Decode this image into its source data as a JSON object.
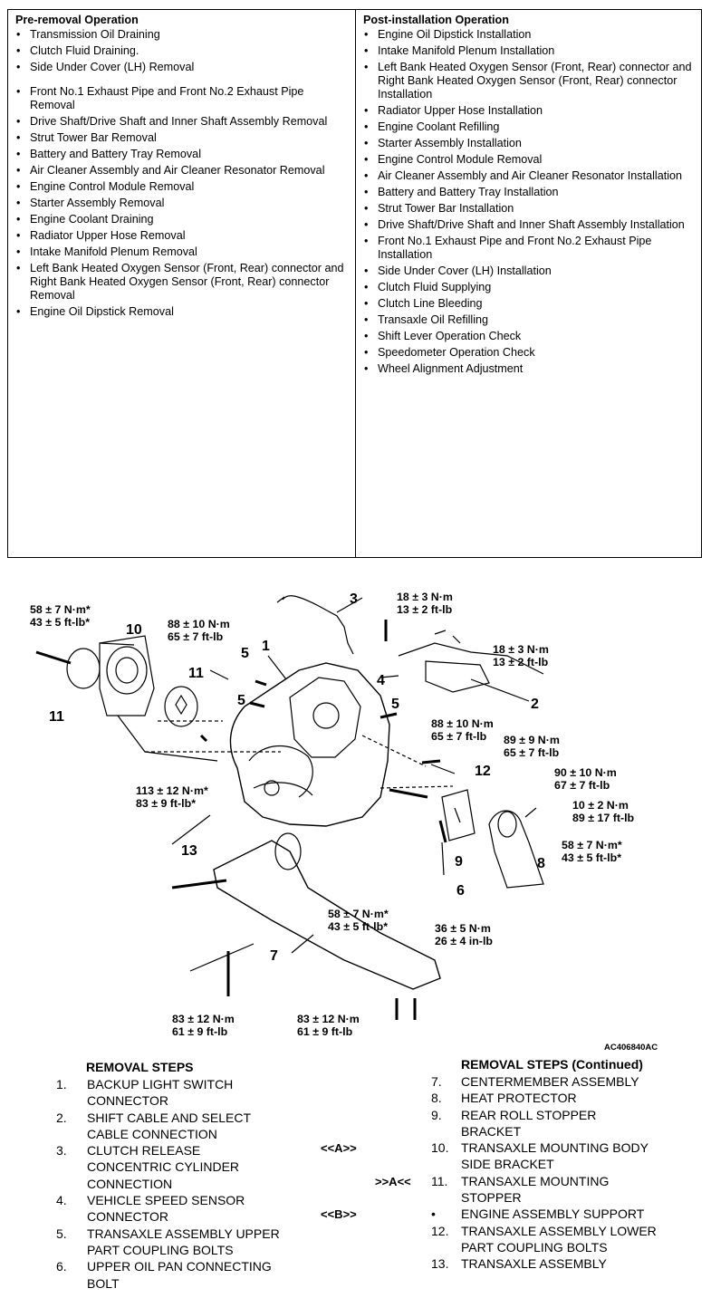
{
  "pre_removal": {
    "title": "Pre-removal Operation",
    "items": [
      "Transmission Oil Draining",
      "Clutch Fluid Draining.",
      "Side Under Cover (LH) Removal",
      "Front No.1 Exhaust Pipe and Front No.2 Exhaust Pipe Removal",
      "Drive Shaft/Drive Shaft and Inner Shaft Assembly Removal",
      "Strut Tower Bar Removal",
      "Battery and Battery Tray Removal",
      "Air Cleaner Assembly and Air Cleaner Resonator Removal",
      "Engine Control Module Removal",
      "Starter Assembly Removal",
      "Engine Coolant Draining",
      "Radiator Upper Hose Removal",
      "Intake Manifold Plenum Removal",
      "Left Bank Heated Oxygen Sensor (Front, Rear) connector and Right Bank Heated Oxygen Sensor (Front, Rear) connector Removal",
      "Engine Oil Dipstick Removal"
    ]
  },
  "post_installation": {
    "title": "Post-installation Operation",
    "items": [
      "Engine Oil Dipstick Installation",
      "Intake Manifold Plenum Installation",
      "Left Bank Heated Oxygen Sensor (Front, Rear) connector and Right Bank Heated Oxygen Sensor (Front, Rear) connector Installation",
      "Radiator Upper Hose Installation",
      "Engine Coolant Refilling",
      "Starter Assembly Installation",
      "Engine Control Module Removal",
      "Air Cleaner Assembly and Air Cleaner Resonator Installation",
      "Battery and Battery Tray Installation",
      "Strut Tower Bar Installation",
      "Drive Shaft/Drive Shaft and Inner Shaft Assembly Installation",
      "Front No.1 Exhaust Pipe and Front No.2 Exhaust Pipe Installation",
      "Side Under Cover (LH) Installation",
      "Clutch Fluid Supplying",
      "Clutch Line Bleeding",
      "Transaxle Oil Refilling",
      "Shift Lever Operation Check",
      "Speedometer Operation Check",
      "Wheel Alignment Adjustment"
    ]
  },
  "figure": {
    "code": "AC406840AC",
    "torque": {
      "t10": "58 ± 7 N·m*\n43 ± 5 ft-lb*",
      "t5a": "88 ± 10 N·m\n65 ± 7 ft-lb",
      "t3": "18 ± 3 N·m\n13 ± 2 ft-lb",
      "t2": "18 ± 3 N·m\n13 ± 2 ft-lb",
      "t5b": "88 ± 10 N·m\n65 ± 7 ft-lb",
      "t12": "89 ± 9 N·m\n65 ± 7 ft-lb",
      "t11": "113 ± 12 N·m*\n83 ± 9 ft-lb*",
      "t9a": "90 ± 10 N·m\n67 ± 7 ft-lb",
      "t9b": "10 ± 2 N·m\n89 ± 17 ft-lb",
      "t8": "58 ± 7 N·m*\n43 ± 5 ft-lb*",
      "t7a": "58 ± 7 N·m*\n43 ± 5 ft-lb*",
      "t6": "36 ± 5 N·m\n26 ± 4 in-lb",
      "t7b": "83 ± 12 N·m\n61 ± 9 ft-lb",
      "t7c": "83 ± 12 N·m\n61 ± 9 ft-lb"
    },
    "numbers": [
      "1",
      "2",
      "3",
      "4",
      "5",
      "5",
      "5",
      "6",
      "7",
      "8",
      "9",
      "10",
      "11",
      "11",
      "12",
      "13"
    ]
  },
  "steps_left": {
    "title": "REMOVAL STEPS",
    "items": [
      {
        "n": "1.",
        "t": "BACKUP LIGHT SWITCH\nCONNECTOR"
      },
      {
        "n": "2.",
        "t": "SHIFT CABLE AND SELECT\nCABLE CONNECTION"
      },
      {
        "n": "3.",
        "t": "CLUTCH RELEASE\nCONCENTRIC CYLINDER\nCONNECTION"
      },
      {
        "n": "4.",
        "t": "VEHICLE SPEED SENSOR\nCONNECTOR"
      },
      {
        "n": "5.",
        "t": "TRANSAXLE ASSEMBLY UPPER\nPART COUPLING BOLTS"
      },
      {
        "n": "6.",
        "t": "UPPER OIL PAN CONNECTING\nBOLT"
      }
    ]
  },
  "steps_right": {
    "title": "REMOVAL STEPS (Continued)",
    "items": [
      {
        "n": "7.",
        "t": "CENTERMEMBER ASSEMBLY"
      },
      {
        "n": "8.",
        "t": "HEAT PROTECTOR"
      },
      {
        "n": "9.",
        "t": "REAR ROLL STOPPER\nBRACKET"
      },
      {
        "n": "10.",
        "t": "TRANSAXLE MOUNTING BODY\nSIDE BRACKET"
      },
      {
        "n": "11.",
        "t": "TRANSAXLE MOUNTING\nSTOPPER"
      },
      {
        "n": "•",
        "t": "ENGINE ASSEMBLY SUPPORT"
      },
      {
        "n": "12.",
        "t": "TRANSAXLE ASSEMBLY LOWER\nPART COUPLING BOLTS"
      },
      {
        "n": "13.",
        "t": "TRANSAXLE ASSEMBLY"
      }
    ]
  },
  "marks": {
    "a_left": "<<A>>",
    "a_right": ">>A<<",
    "b_left": "<<B>>"
  }
}
